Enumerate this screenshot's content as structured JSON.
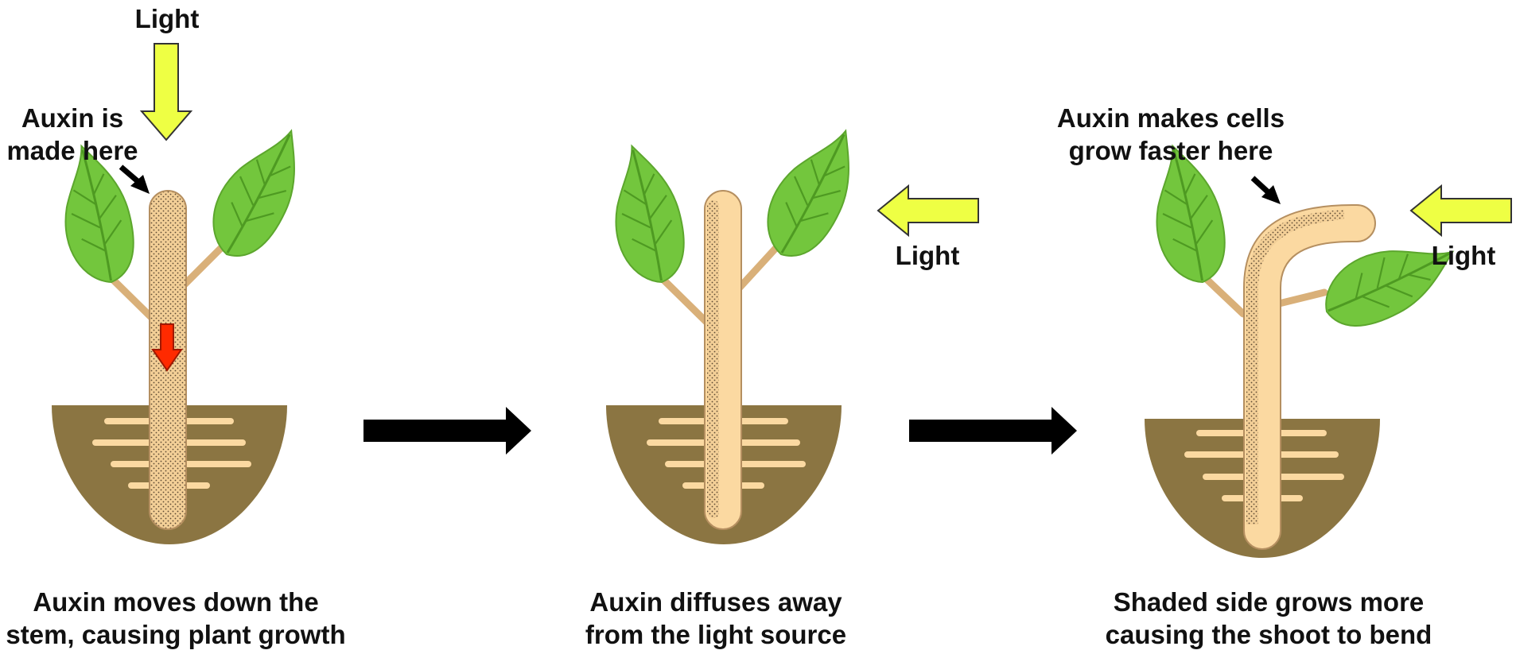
{
  "labels": {
    "light_top": "Light",
    "light_middle": "Light",
    "light_right": "Light",
    "auxin_made_line1": "Auxin is",
    "auxin_made_line2": "made here",
    "auxin_faster_line1": "Auxin makes cells",
    "auxin_faster_line2": "grow faster here"
  },
  "captions": [
    {
      "line1": "Auxin moves down the",
      "line2": "stem, causing plant growth"
    },
    {
      "line1": "Auxin diffuses away",
      "line2": "from the light source"
    },
    {
      "line1": "Shaded side grows more",
      "line2": "causing the shoot to bend"
    }
  ],
  "colors": {
    "light_arrow": "#eeff44",
    "stem": "#fbd9a1",
    "stem_outline": "#b58f60",
    "soil": "#8b7542",
    "leaf": "#73c63d",
    "leaf_vein": "#4e9a22",
    "auxin_arrow": "#ff2a00",
    "step_arrow": "#000000"
  }
}
